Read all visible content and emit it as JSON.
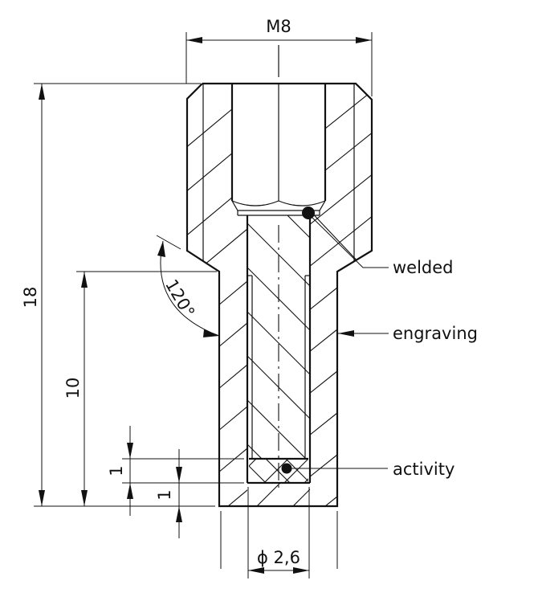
{
  "drawing": {
    "title": "Threaded capsule sectional drawing",
    "thread_label": "M8",
    "dim_total_height": "18",
    "dim_shank_height": "10",
    "dim_layer_1": "1",
    "dim_layer_2": "1",
    "angle_label": "120°",
    "diameter_label": "ϕ 2,6",
    "callouts": {
      "welded": "welded",
      "engraving": "engraving",
      "activity": "activity"
    },
    "colors": {
      "line": "#111111",
      "background": "#ffffff"
    }
  }
}
